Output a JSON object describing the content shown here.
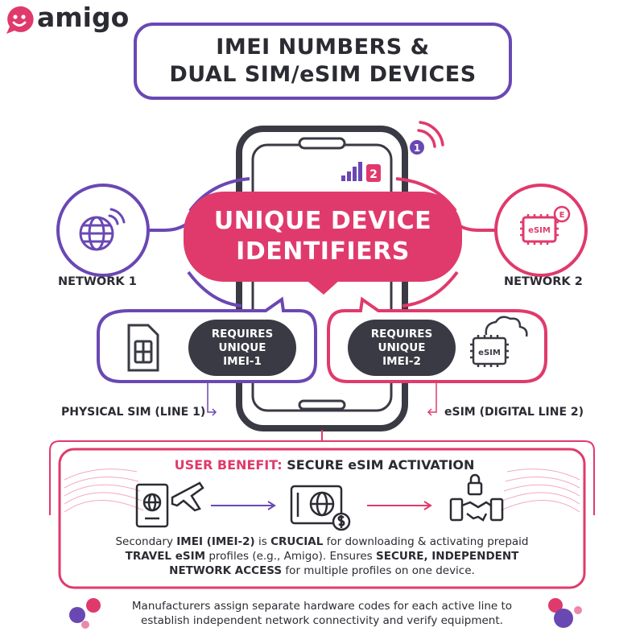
{
  "brand": {
    "name": "amigo"
  },
  "title": {
    "line1": "IMEI NUMBERS &",
    "line2": "DUAL SIM/eSIM DEVICES"
  },
  "center": {
    "line1": "UNIQUE DEVICE",
    "line2": "IDENTIFIERS"
  },
  "phone": {
    "badge_top": "1",
    "badge_signal": "2"
  },
  "network1": {
    "label": "NETWORK 1"
  },
  "network2": {
    "label": "NETWORK 2",
    "chip_text": "eSIM",
    "chip_badge": "E"
  },
  "line1": {
    "pill": [
      "REQUIRES",
      "UNIQUE",
      "IMEI-1"
    ],
    "label": "PHYSICAL SIM (LINE 1)"
  },
  "line2": {
    "pill": [
      "REQUIRES",
      "UNIQUE",
      "IMEI-2"
    ],
    "label": "eSIM (DIGITAL LINE 2)",
    "chip_text": "eSIM"
  },
  "benefit": {
    "prefix": "USER BENEFIT:",
    "title": "SECURE eSIM ACTIVATION"
  },
  "description": {
    "p1": "Secondary ",
    "b1": "IMEI (IMEI-2)",
    "p2": " is ",
    "b2": "CRUCIAL",
    "p3": " for downloading & activating prepaid",
    "b3": "TRAVEL eSIM",
    "p4": " profiles (e.g., Amigo). Ensures ",
    "b4": "SECURE, INDEPENDENT",
    "b5": "NETWORK ACCESS",
    "p5": " for multiple profiles on one device."
  },
  "footer": {
    "line1": "Manufacturers assign separate hardware codes for each active line to",
    "line2": "establish independent network connectivity and verify equipment."
  },
  "colors": {
    "purple": "#6a48b3",
    "pink": "#e03a6c",
    "dark": "#3a3a44"
  }
}
